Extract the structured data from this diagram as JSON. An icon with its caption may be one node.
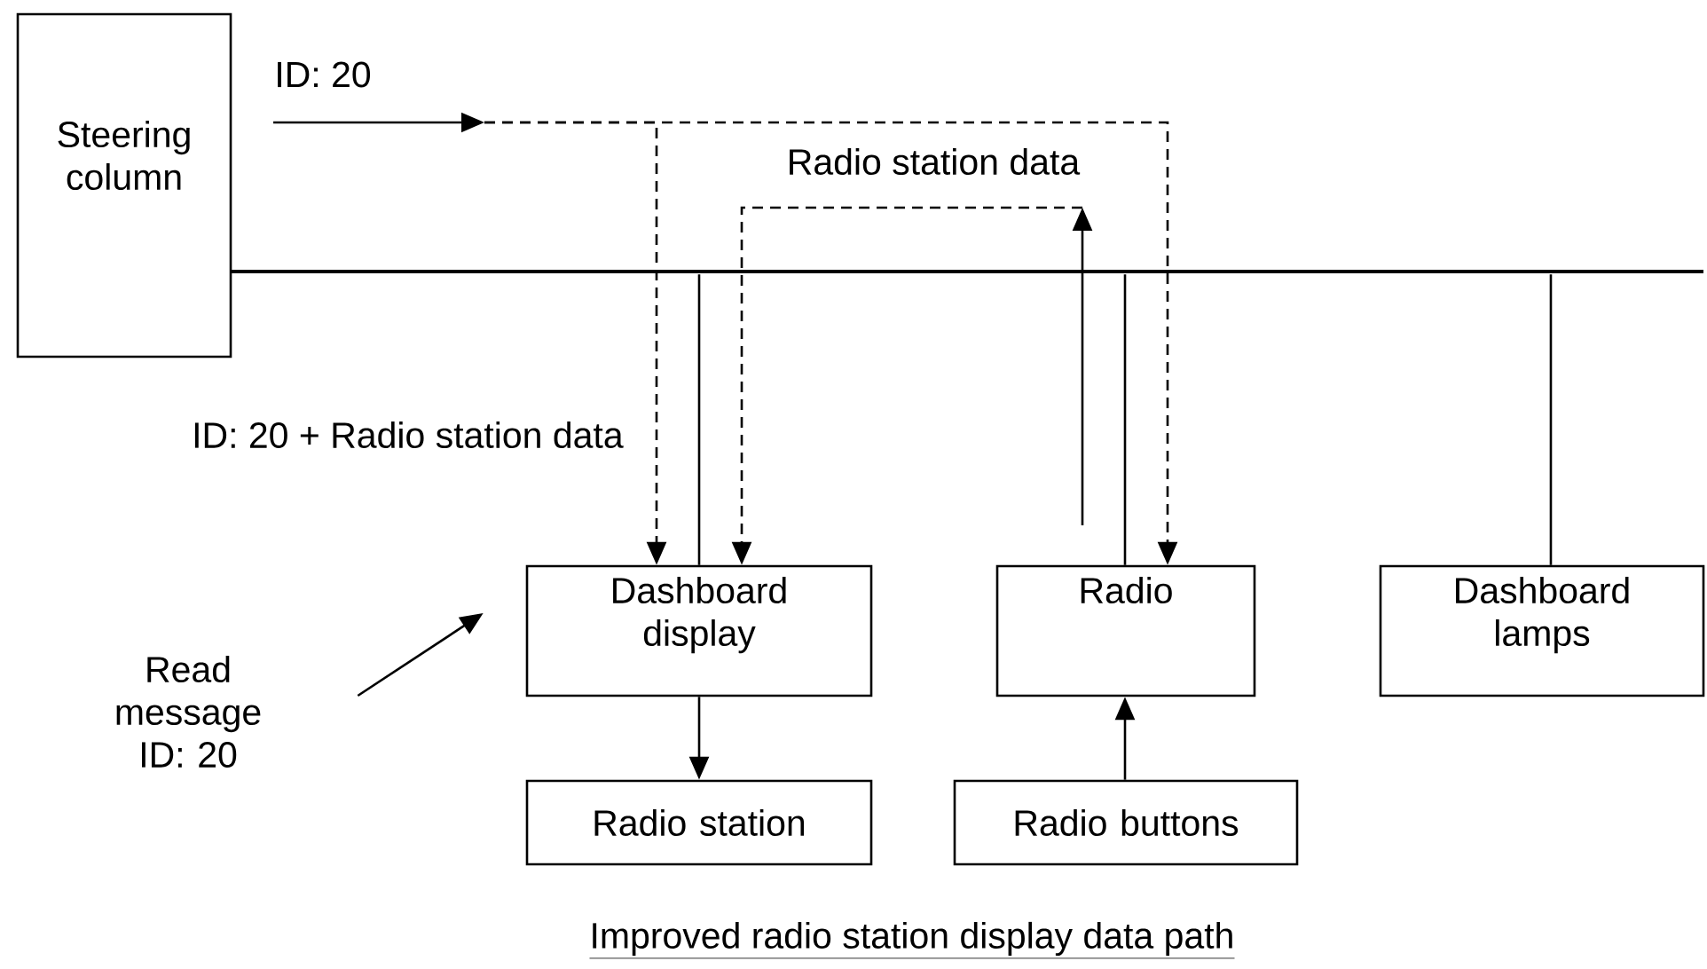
{
  "diagram": {
    "caption": "Improved radio station display data path",
    "nodes": [
      {
        "text": [
          "Steering column"
        ]
      },
      {
        "text": [],
        "shape": "bar"
      },
      {
        "text": [
          "Dashboard display"
        ]
      },
      {
        "text": [
          "Radio"
        ]
      },
      {
        "text": [
          "Dashboard lamps"
        ]
      },
      {
        "text": [
          "Radio station"
        ]
      },
      {
        "text": [
          "Radio buttons"
        ]
      },
      {
        "text": [
          "Read message ID: 20"
        ]
      }
    ],
    "edges": [
      {
        "from": 1,
        "to": 2,
        "arrow": "none"
      },
      {
        "from": 1,
        "to": 3,
        "arrow": "none"
      },
      {
        "from": 1,
        "to": 4,
        "arrow": "none"
      },
      {
        "from": null,
        "to": 2,
        "arrow": "to",
        "style": "dashed"
      },
      {
        "from": null,
        "to": 3,
        "arrow": "to",
        "style": "dashed"
      },
      {
        "from": null,
        "to": 2,
        "arrow": "to",
        "style": "dashed",
        "label": "Radio station data"
      },
      {
        "from": 2,
        "to": 5,
        "arrow": "to"
      },
      {
        "from": 6,
        "to": 3,
        "arrow": "to"
      },
      {
        "from": 7,
        "to": 2,
        "arrow": "to"
      }
    ],
    "labels": [
      "ID: 20",
      "ID: 20 + Radio station data"
    ]
  }
}
